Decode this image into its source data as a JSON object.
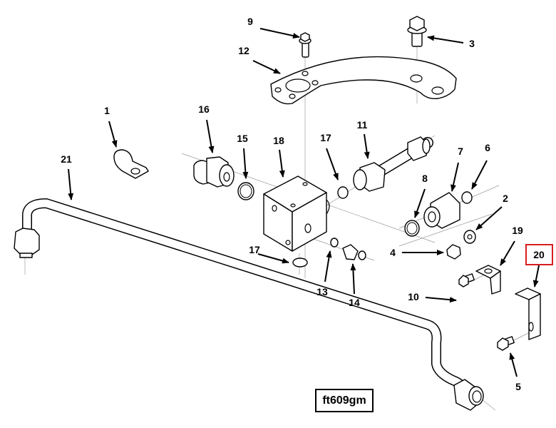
{
  "diagram": {
    "type": "exploded parts view",
    "reference_code": "ft609gm",
    "highlight_color": "#d81e1e",
    "highlighted_callout": "20",
    "callouts": [
      {
        "id": "c1",
        "label": "1",
        "part": "p-clip"
      },
      {
        "id": "c2",
        "label": "2",
        "part": "p-washer"
      },
      {
        "id": "c3",
        "label": "3",
        "part": "p-bolt-large"
      },
      {
        "id": "c4",
        "label": "4",
        "part": "p-nut"
      },
      {
        "id": "c5",
        "label": "5",
        "part": "p-bolt-bracket20"
      },
      {
        "id": "c6",
        "label": "6",
        "part": "p-oring-right"
      },
      {
        "id": "c7",
        "label": "7",
        "part": "p-bulkhead-fitting"
      },
      {
        "id": "c8",
        "label": "8",
        "part": "p-oring-large"
      },
      {
        "id": "c9",
        "label": "9",
        "part": "p-bolt-small"
      },
      {
        "id": "c10",
        "label": "10",
        "part": "p-bolt-bracket19"
      },
      {
        "id": "c11",
        "label": "11",
        "part": "p-hose-fitting"
      },
      {
        "id": "c12",
        "label": "12",
        "part": "p-mounting-plate"
      },
      {
        "id": "c13",
        "label": "13",
        "part": "p-oring-small"
      },
      {
        "id": "c14",
        "label": "14",
        "part": "p-plug-fitting"
      },
      {
        "id": "c15",
        "label": "15",
        "part": "p-oring-left"
      },
      {
        "id": "c16",
        "label": "16",
        "part": "p-adapter-fitting"
      },
      {
        "id": "c17a",
        "label": "17",
        "part": "p-oring-block-right"
      },
      {
        "id": "c17b",
        "label": "17",
        "part": "p-oring-block-bottom"
      },
      {
        "id": "c18",
        "label": "18",
        "part": "p-valve-block"
      },
      {
        "id": "c19",
        "label": "19",
        "part": "p-bracket-19"
      },
      {
        "id": "c20",
        "label": "20",
        "part": "p-bracket-20"
      },
      {
        "id": "c21",
        "label": "21",
        "part": "p-tube"
      }
    ]
  }
}
